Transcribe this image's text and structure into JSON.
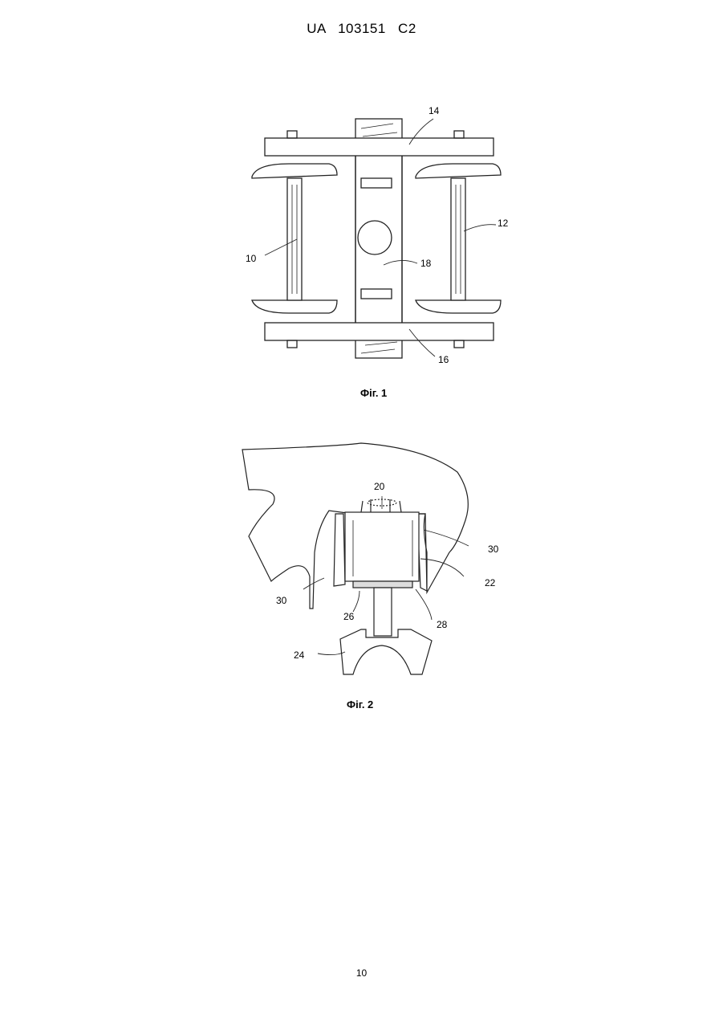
{
  "header": {
    "patent_id": "UA   103151   C2"
  },
  "figure1": {
    "caption": "Фіг. 1",
    "refs": {
      "r14": "14",
      "r12": "12",
      "r10": "10",
      "r18": "18",
      "r16": "16"
    }
  },
  "figure2": {
    "caption": "Фіг. 2",
    "refs": {
      "r20": "20",
      "r30a": "30",
      "r22": "22",
      "r30b": "30",
      "r26": "26",
      "r28": "28",
      "r24": "24"
    }
  },
  "footer": {
    "page_number": "10"
  }
}
